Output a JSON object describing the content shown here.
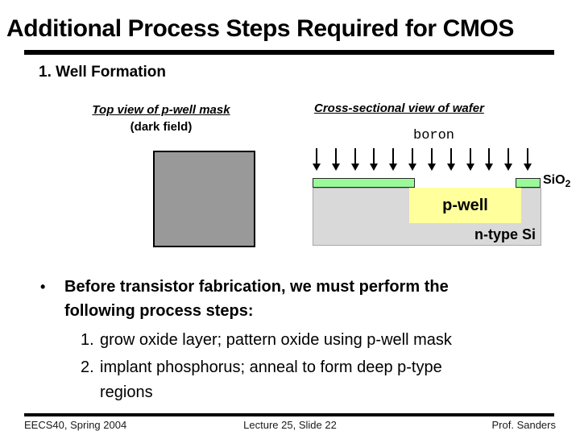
{
  "slide": {
    "title": "Additional Process Steps Required for CMOS",
    "section_heading": "1. Well Formation",
    "left_panel": {
      "caption_line1": "Top view of p-well mask",
      "caption_line2": "(dark field)"
    },
    "right_panel": {
      "caption": "Cross-sectional view of wafer",
      "dopant_label": "boron",
      "arrow_count": 12,
      "labels": {
        "oxide": "SiO",
        "oxide_sub": "2",
        "well": "p-well",
        "substrate": "n-type Si"
      }
    },
    "bullet": {
      "marker": "•",
      "lines": [
        "Before transistor fabrication, we must perform the",
        "following process steps:"
      ]
    },
    "steps": [
      {
        "num": "1.",
        "lines": [
          "grow oxide layer; pattern oxide using p-well mask"
        ]
      },
      {
        "num": "2.",
        "lines": [
          "implant phosphorus; anneal to form deep p-type",
          "regions"
        ]
      }
    ],
    "footer": {
      "left": "EECS40, Spring 2004",
      "center": "Lecture 25, Slide 22",
      "right": "Prof. Sanders"
    },
    "colors": {
      "oxide_green": "#9afa9a",
      "well_yellow": "#ffff9c",
      "substrate_gray": "#d9d9d9",
      "mask_gray": "#999999",
      "ink": "#000000"
    }
  }
}
